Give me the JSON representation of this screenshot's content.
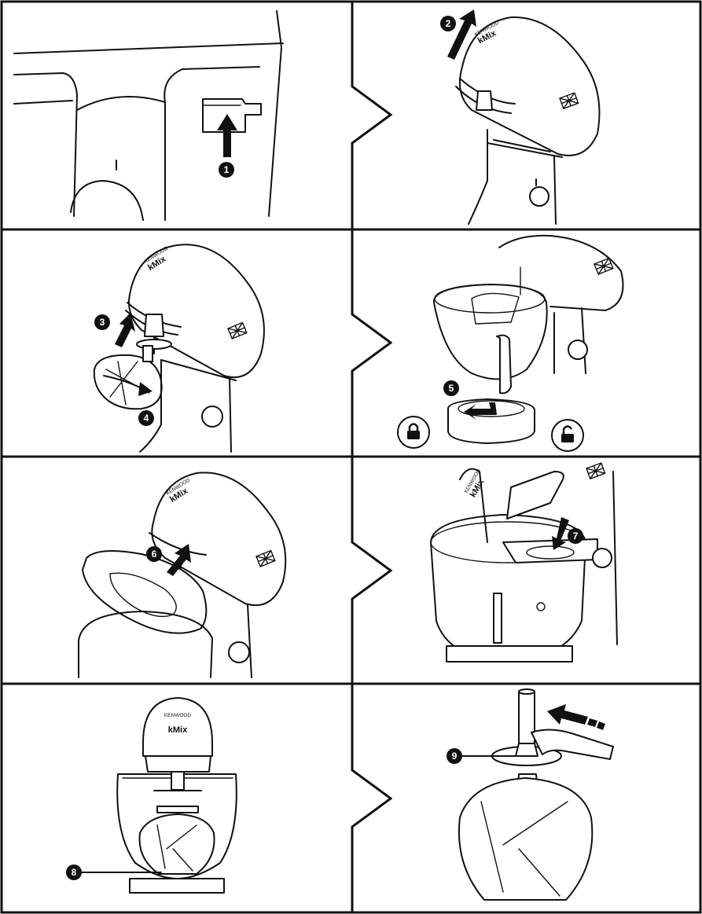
{
  "brand": {
    "maker": "KENWOOD",
    "model": "kMix"
  },
  "steps": [
    "1",
    "2",
    "3",
    "4",
    "5",
    "6",
    "7",
    "8",
    "9"
  ]
}
